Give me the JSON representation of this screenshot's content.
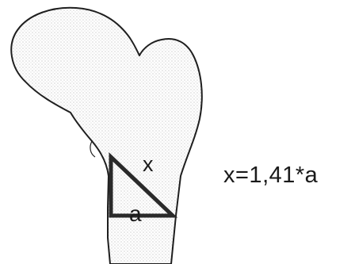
{
  "diagram": {
    "labels": {
      "hypotenuse": "x",
      "base": "a"
    },
    "formula": "x=1,41*a",
    "colors": {
      "outline": "#1f1f1f",
      "triangle": "#2a2a2a",
      "text": "#1a1a1a",
      "stipple": "#9a9a9a"
    }
  }
}
